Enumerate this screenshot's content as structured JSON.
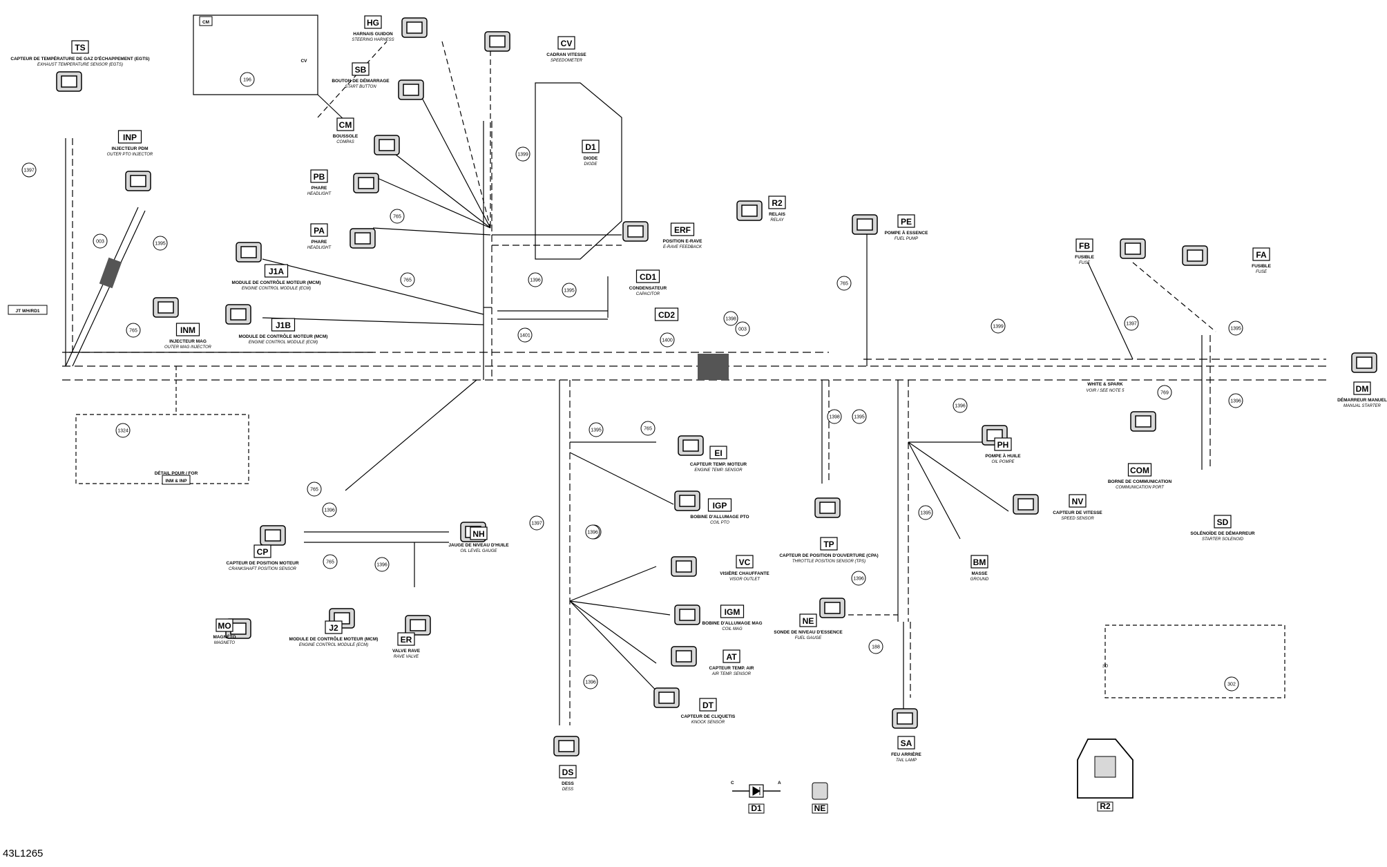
{
  "reference": "43L1265",
  "components": [
    {
      "id": "TS",
      "code": "TS",
      "fr": "CAPTEUR DE TEMPÉRATURE DE GAZ D'ÉCHAPPEMENT (EGTS)",
      "en": "EXHAUST TEMPERATURE SENSOR (EGTS)"
    },
    {
      "id": "HG",
      "code": "HG",
      "fr": "HARNAIS GUIDON",
      "en": "STEERING HARNESS"
    },
    {
      "id": "CV",
      "code": "CV",
      "fr": "CADRAN VITESSE",
      "en": "SPEEDOMETER"
    },
    {
      "id": "SB",
      "code": "SB",
      "fr": "BOUTON DE DÉMARRAGE",
      "en": "START BUTTON"
    },
    {
      "id": "CM",
      "code": "CM",
      "fr": "BOUSSOLE",
      "en": "COMPAS"
    },
    {
      "id": "D1",
      "code": "D1",
      "fr": "DIODE",
      "en": "DIODE"
    },
    {
      "id": "INP",
      "code": "INP",
      "fr": "INJECTEUR PDM",
      "en": "OUTER PTO INJECTOR"
    },
    {
      "id": "PB",
      "code": "PB",
      "fr": "PHARE",
      "en": "HEADLIGHT"
    },
    {
      "id": "PA",
      "code": "PA",
      "fr": "PHARE",
      "en": "HEADLIGHT"
    },
    {
      "id": "R2",
      "code": "R2",
      "fr": "RELAIS",
      "en": "RELAY"
    },
    {
      "id": "ERF",
      "code": "ERF",
      "fr": "POSITION E-RAVE",
      "en": "E-RAVE FEEDBACK"
    },
    {
      "id": "PE",
      "code": "PE",
      "fr": "POMPE À ESSENCE",
      "en": "FUEL PUMP"
    },
    {
      "id": "FB",
      "code": "FB",
      "fr": "FUSIBLE",
      "en": "FUSE"
    },
    {
      "id": "FA",
      "code": "FA",
      "fr": "FUSIBLE",
      "en": "FUSE"
    },
    {
      "id": "J1A",
      "code": "J1A",
      "fr": "MODULE DE CONTRÔLE MOTEUR (MCM)",
      "en": "ENGINE CONTROL MODULE (ECM)"
    },
    {
      "id": "CD1",
      "code": "CD1",
      "fr": "CONDENSATEUR",
      "en": "CAPACITOR"
    },
    {
      "id": "CD2",
      "code": "CD2",
      "fr": "",
      "en": ""
    },
    {
      "id": "J1B",
      "code": "J1B",
      "fr": "MODULE DE CONTRÔLE MOTEUR (MCM)",
      "en": "ENGINE CONTROL MODULE (ECM)"
    },
    {
      "id": "INM",
      "code": "INM",
      "fr": "INJECTEUR MAG",
      "en": "OUTER MAG INJECTOR"
    },
    {
      "id": "DM",
      "code": "DM",
      "fr": "DÉMARREUR MANUEL",
      "en": "MANUAL STARTER"
    },
    {
      "id": "COM",
      "code": "COM",
      "fr": "BORNE DE COMMUNICATION",
      "en": "COMMUNICATION PORT"
    },
    {
      "id": "EI",
      "code": "EI",
      "fr": "CAPTEUR TEMP. MOTEUR",
      "en": "ENGINE TEMP. SENSOR"
    },
    {
      "id": "PH",
      "code": "PH",
      "fr": "POMPE À HUILE",
      "en": "OIL POMPE"
    },
    {
      "id": "IGP",
      "code": "IGP",
      "fr": "BOBINE D'ALLUMAGE PTO",
      "en": "COIL PTO"
    },
    {
      "id": "NV",
      "code": "NV",
      "fr": "CAPTEUR DE VITESSE",
      "en": "SPEED SENSOR"
    },
    {
      "id": "SD",
      "code": "SD",
      "fr": "SOLÉNOÏDE DE DÉMARREUR",
      "en": "STARTER SOLENOID"
    },
    {
      "id": "TP",
      "code": "TP",
      "fr": "CAPTEUR DE POSITION D'OUVERTURE (CPA)",
      "en": "THROTTLE POSITION SENSOR (TPS)"
    },
    {
      "id": "CP",
      "code": "CP",
      "fr": "CAPTEUR DE POSITION MOTEUR",
      "en": "CRANKSHAFT POSITION SENSOR"
    },
    {
      "id": "NH",
      "code": "NH",
      "fr": "JAUGE DE NIVEAU D'HUILE",
      "en": "OIL LEVEL GAUGE"
    },
    {
      "id": "VC",
      "code": "VC",
      "fr": "VISIÈRE CHAUFFANTE",
      "en": "VISOR OUTLET"
    },
    {
      "id": "BM",
      "code": "BM",
      "fr": "MASSE",
      "en": "GROUND"
    },
    {
      "id": "IGM",
      "code": "IGM",
      "fr": "BOBINE D'ALLUMAGE MAG",
      "en": "COIL MAG"
    },
    {
      "id": "NE",
      "code": "NE",
      "fr": "SONDE DE NIVEAU D'ESSENCE",
      "en": "FUEL GAUGE"
    },
    {
      "id": "MO",
      "code": "MO",
      "fr": "MAGNÉTO",
      "en": "MAGNETO"
    },
    {
      "id": "J2",
      "code": "J2",
      "fr": "MODULE DE CONTRÔLE MOTEUR (MCM)",
      "en": "ENGINE CONTROL MODULE (ECM)"
    },
    {
      "id": "ER",
      "code": "ER",
      "fr": "VALVE RAVE",
      "en": "RAVE VALVE"
    },
    {
      "id": "AT",
      "code": "AT",
      "fr": "CAPTEUR TEMP. AIR",
      "en": "AIR TEMP. SENSOR"
    },
    {
      "id": "DT",
      "code": "DT",
      "fr": "CAPTEUR DE CLIQUETIS",
      "en": "KNOCK SENSOR"
    },
    {
      "id": "SA",
      "code": "SA",
      "fr": "FEU ARRIÈRE",
      "en": "TAIL LAMP"
    },
    {
      "id": "DS",
      "code": "DS",
      "fr": "DESS",
      "en": "DESS"
    }
  ],
  "legend_items": [
    {
      "id": "D1",
      "code": "D1",
      "left_pin": "C",
      "right_pin": "A"
    },
    {
      "id": "NE",
      "code": "NE"
    },
    {
      "id": "R2",
      "code": "R2"
    }
  ],
  "wire_labels": [
    {
      "id": "w196",
      "text": "196"
    },
    {
      "id": "w1397a",
      "text": "1397"
    },
    {
      "id": "w003a",
      "text": "003"
    },
    {
      "id": "w1395a",
      "text": "1395"
    },
    {
      "id": "w765a",
      "text": "765"
    },
    {
      "id": "w765b",
      "text": "765"
    },
    {
      "id": "w765c",
      "text": "765"
    },
    {
      "id": "w1399a",
      "text": "1399"
    },
    {
      "id": "w1396a",
      "text": "1396"
    },
    {
      "id": "w1395b",
      "text": "1395"
    },
    {
      "id": "w1401",
      "text": "1401"
    },
    {
      "id": "w1400",
      "text": "1400"
    },
    {
      "id": "w1398a",
      "text": "1398"
    },
    {
      "id": "w003b",
      "text": "003"
    },
    {
      "id": "w765d",
      "text": "765"
    },
    {
      "id": "w1399b",
      "text": "1399"
    },
    {
      "id": "w1397b",
      "text": "1397"
    },
    {
      "id": "w1395c",
      "text": "1395"
    },
    {
      "id": "w769",
      "text": "769"
    },
    {
      "id": "w1396b",
      "text": "1396"
    },
    {
      "id": "w1396c",
      "text": "1396"
    },
    {
      "id": "w1395d",
      "text": "1395"
    },
    {
      "id": "w1398b",
      "text": "1398"
    },
    {
      "id": "w765e",
      "text": "765"
    },
    {
      "id": "w1395e",
      "text": "1395"
    },
    {
      "id": "w1396d",
      "text": "1396"
    },
    {
      "id": "w1395f",
      "text": "1395"
    },
    {
      "id": "w1324",
      "text": "1324"
    },
    {
      "id": "w765f",
      "text": "765"
    },
    {
      "id": "w1396e",
      "text": "1396"
    },
    {
      "id": "w765g",
      "text": "765"
    },
    {
      "id": "w1396f",
      "text": "1396"
    },
    {
      "id": "w1397c",
      "text": "1397"
    },
    {
      "id": "w1396g",
      "text": "1396"
    },
    {
      "id": "w1396h",
      "text": "1396"
    },
    {
      "id": "w1396i",
      "text": "1396"
    },
    {
      "id": "w188",
      "text": "188"
    },
    {
      "id": "w302",
      "text": "302"
    }
  ],
  "tags": {
    "cm_detail": "CM",
    "cv_line": "CV",
    "jt": "JT WH/RD1",
    "detail_fr": "DÉTAIL POUR / FOR",
    "detail_codes": "INM & INP",
    "warning_fr": "WHITE & SPARK",
    "warning_en": "VOIR / SEE NOTE 5",
    "sd_detail": "SD"
  }
}
